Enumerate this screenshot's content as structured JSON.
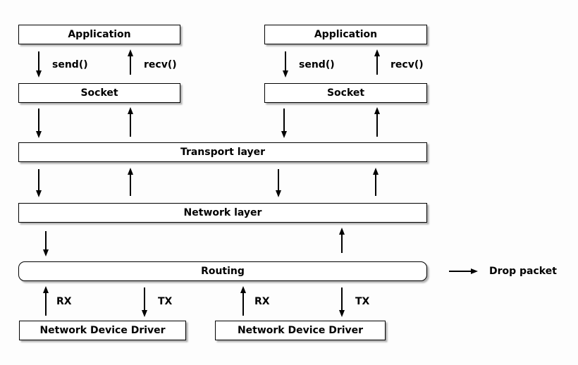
{
  "diagram": {
    "boxes": {
      "application_left": "Application",
      "application_right": "Application",
      "socket_left": "Socket",
      "socket_right": "Socket",
      "transport_layer": "Transport layer",
      "network_layer": "Network layer",
      "routing": "Routing",
      "device_driver_left": "Network Device Driver",
      "device_driver_right": "Network Device Driver"
    },
    "labels": {
      "send_left": "send()",
      "recv_left": "recv()",
      "send_right": "send()",
      "recv_right": "recv()",
      "rx_left": "RX",
      "tx_left": "TX",
      "rx_right": "RX",
      "tx_right": "TX",
      "drop_packet": "Drop packet"
    },
    "colors": {
      "background": "#fdfdfd",
      "box_fill": "#ffffff",
      "box_border": "#000000",
      "text": "#000000",
      "shadow": "#8a8a8a"
    }
  }
}
